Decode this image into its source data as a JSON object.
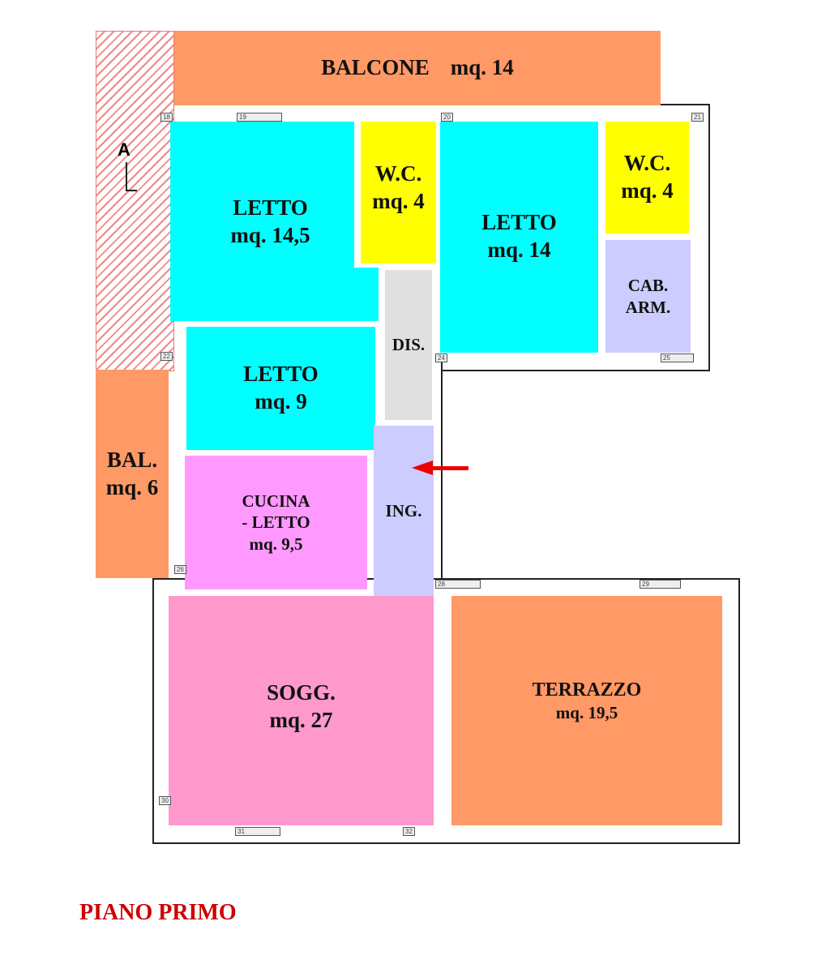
{
  "title": "PIANO PRIMO",
  "section_marker": "A",
  "colors": {
    "bedroom": "#00ffff",
    "wc": "#ffff00",
    "storage": "#ccccff",
    "corridor": "#e0e0e0",
    "balcony": "#ff9966",
    "kitchen": "#ff99ff",
    "living": "#ff99cc",
    "title": "#cc0000"
  },
  "rooms": {
    "balcone": {
      "name": "BALCONE",
      "area": "mq. 14"
    },
    "letto1": {
      "name": "LETTO",
      "area": "mq. 14,5"
    },
    "wc1": {
      "name": "W.C.",
      "area": "mq. 4"
    },
    "letto2": {
      "name": "LETTO",
      "area": "mq. 14"
    },
    "wc2": {
      "name": "W.C.",
      "area": "mq. 4"
    },
    "cab": {
      "name": "CAB.",
      "name2": "ARM."
    },
    "dis": {
      "name": "DIS."
    },
    "letto3": {
      "name": "LETTO",
      "area": "mq. 9"
    },
    "bal": {
      "name": "BAL.",
      "area": "mq. 6"
    },
    "cucina": {
      "name": "CUCINA",
      "name2": "- LETTO",
      "area": "mq. 9,5"
    },
    "ing": {
      "name": "ING."
    },
    "sogg": {
      "name": "SOGG.",
      "area": "mq. 27"
    },
    "terrazzo": {
      "name": "TERRAZZO",
      "area": "mq. 19,5"
    }
  },
  "windows": [
    "18",
    "19",
    "20",
    "21",
    "22",
    "24",
    "25",
    "26",
    "28",
    "29",
    "30",
    "31",
    "32"
  ]
}
